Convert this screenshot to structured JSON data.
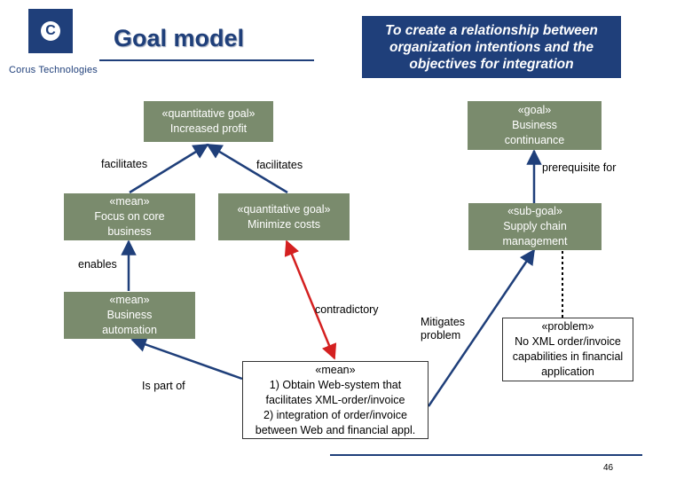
{
  "header": {
    "logo_letter": "C",
    "company": "Corus Technologies",
    "title": "Goal model",
    "callout": "To create a relationship between\norganization intentions and the\nobjectives for integration",
    "brand_color": "#1f3f7a"
  },
  "nodes": {
    "increased_profit": "«quantitative goal»\nIncreased profit",
    "business_continuance": "«goal»\nBusiness\ncontinuance",
    "focus_core": "«mean»\nFocus on core\nbusiness",
    "minimize_costs": "«quantitative goal»\nMinimize costs",
    "supply_chain": "«sub-goal»\nSupply chain\nmanagement",
    "business_automation": "«mean»\nBusiness\nautomation",
    "problem": "«problem»\nNo XML order/invoice\ncapabilities in financial\napplication",
    "mean_web": "«mean»\n1) Obtain Web-system that\nfacilitates XML-order/invoice\n2) integration of order/invoice\nbetween Web and financial appl.",
    "node_color": "#7a8b6d"
  },
  "labels": {
    "facilitates_left": "facilitates",
    "facilitates_right": "facilitates",
    "prerequisite": "prerequisite for",
    "enables": "enables",
    "contradictory": "contradictory",
    "mitigates": "Mitigates\nproblem",
    "is_part_of": "Is part of",
    "contradictory_color": "#d42020"
  },
  "footer": {
    "page_number": "46"
  }
}
